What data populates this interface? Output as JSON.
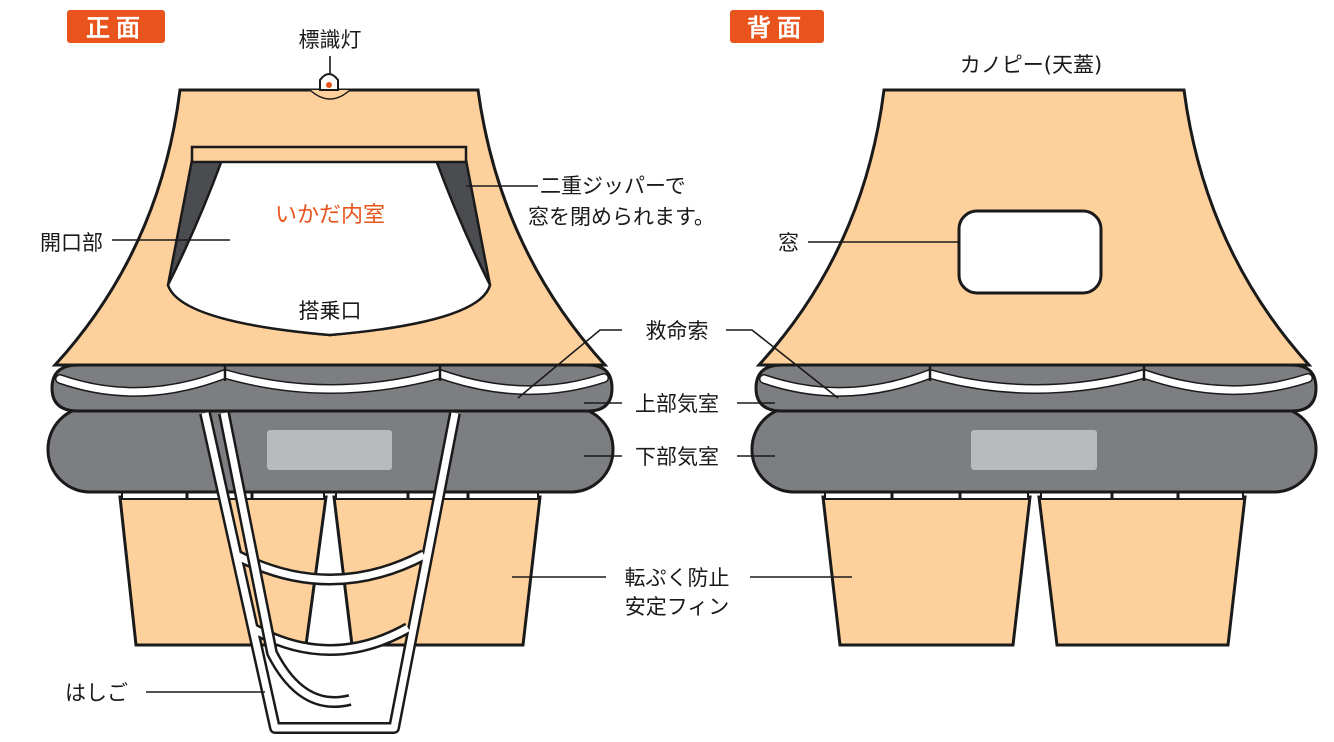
{
  "front": {
    "tag": "正面",
    "labels": {
      "beacon": "標識灯",
      "opening": "開口部",
      "zipper_line1": "二重ジッパーで",
      "zipper_line2": "窓を閉められます。",
      "interior": "いかだ内室",
      "boarding": "搭乗口",
      "ladder": "はしご"
    }
  },
  "back": {
    "tag": "背面",
    "labels": {
      "canopy": "カノピー(天蓋)",
      "window": "窓"
    }
  },
  "shared_labels": {
    "lifeline": "救命索",
    "upper_chamber": "上部気室",
    "lower_chamber": "下部気室",
    "fin_line1": "転ぷく防止",
    "fin_line2": "安定フィン"
  },
  "colors": {
    "tag": "#e8541c",
    "canopy": "#fdd09c",
    "tube": "#7d7e82",
    "tube_patch": "#b9babd",
    "dark_zip": "#4b4c50",
    "interior_text": "#e8541c"
  }
}
